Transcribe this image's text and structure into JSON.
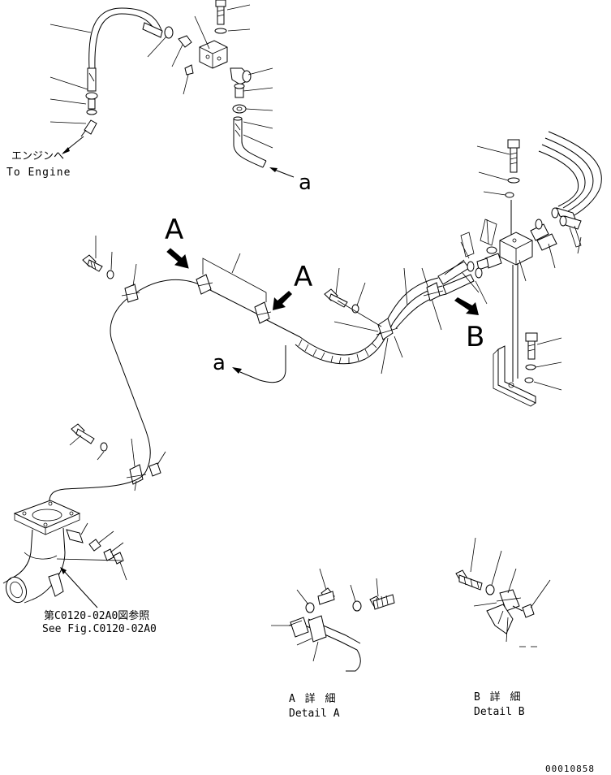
{
  "labels": {
    "to_engine_jp": "エンジンへ",
    "to_engine_en": "To Engine",
    "ref_a_top": "a",
    "ref_a_mid": "a",
    "view_a_1": "A",
    "view_a_2": "A",
    "view_b": "B",
    "see_fig_jp": "第C0120-02A0図参照",
    "see_fig_en": "See Fig.C0120-02A0",
    "detail_a_jp": "A 詳 細",
    "detail_a_en": "Detail A",
    "detail_b_jp": "B 詳 細",
    "detail_b_en": "Detail B",
    "drawing_number": "00010858"
  }
}
